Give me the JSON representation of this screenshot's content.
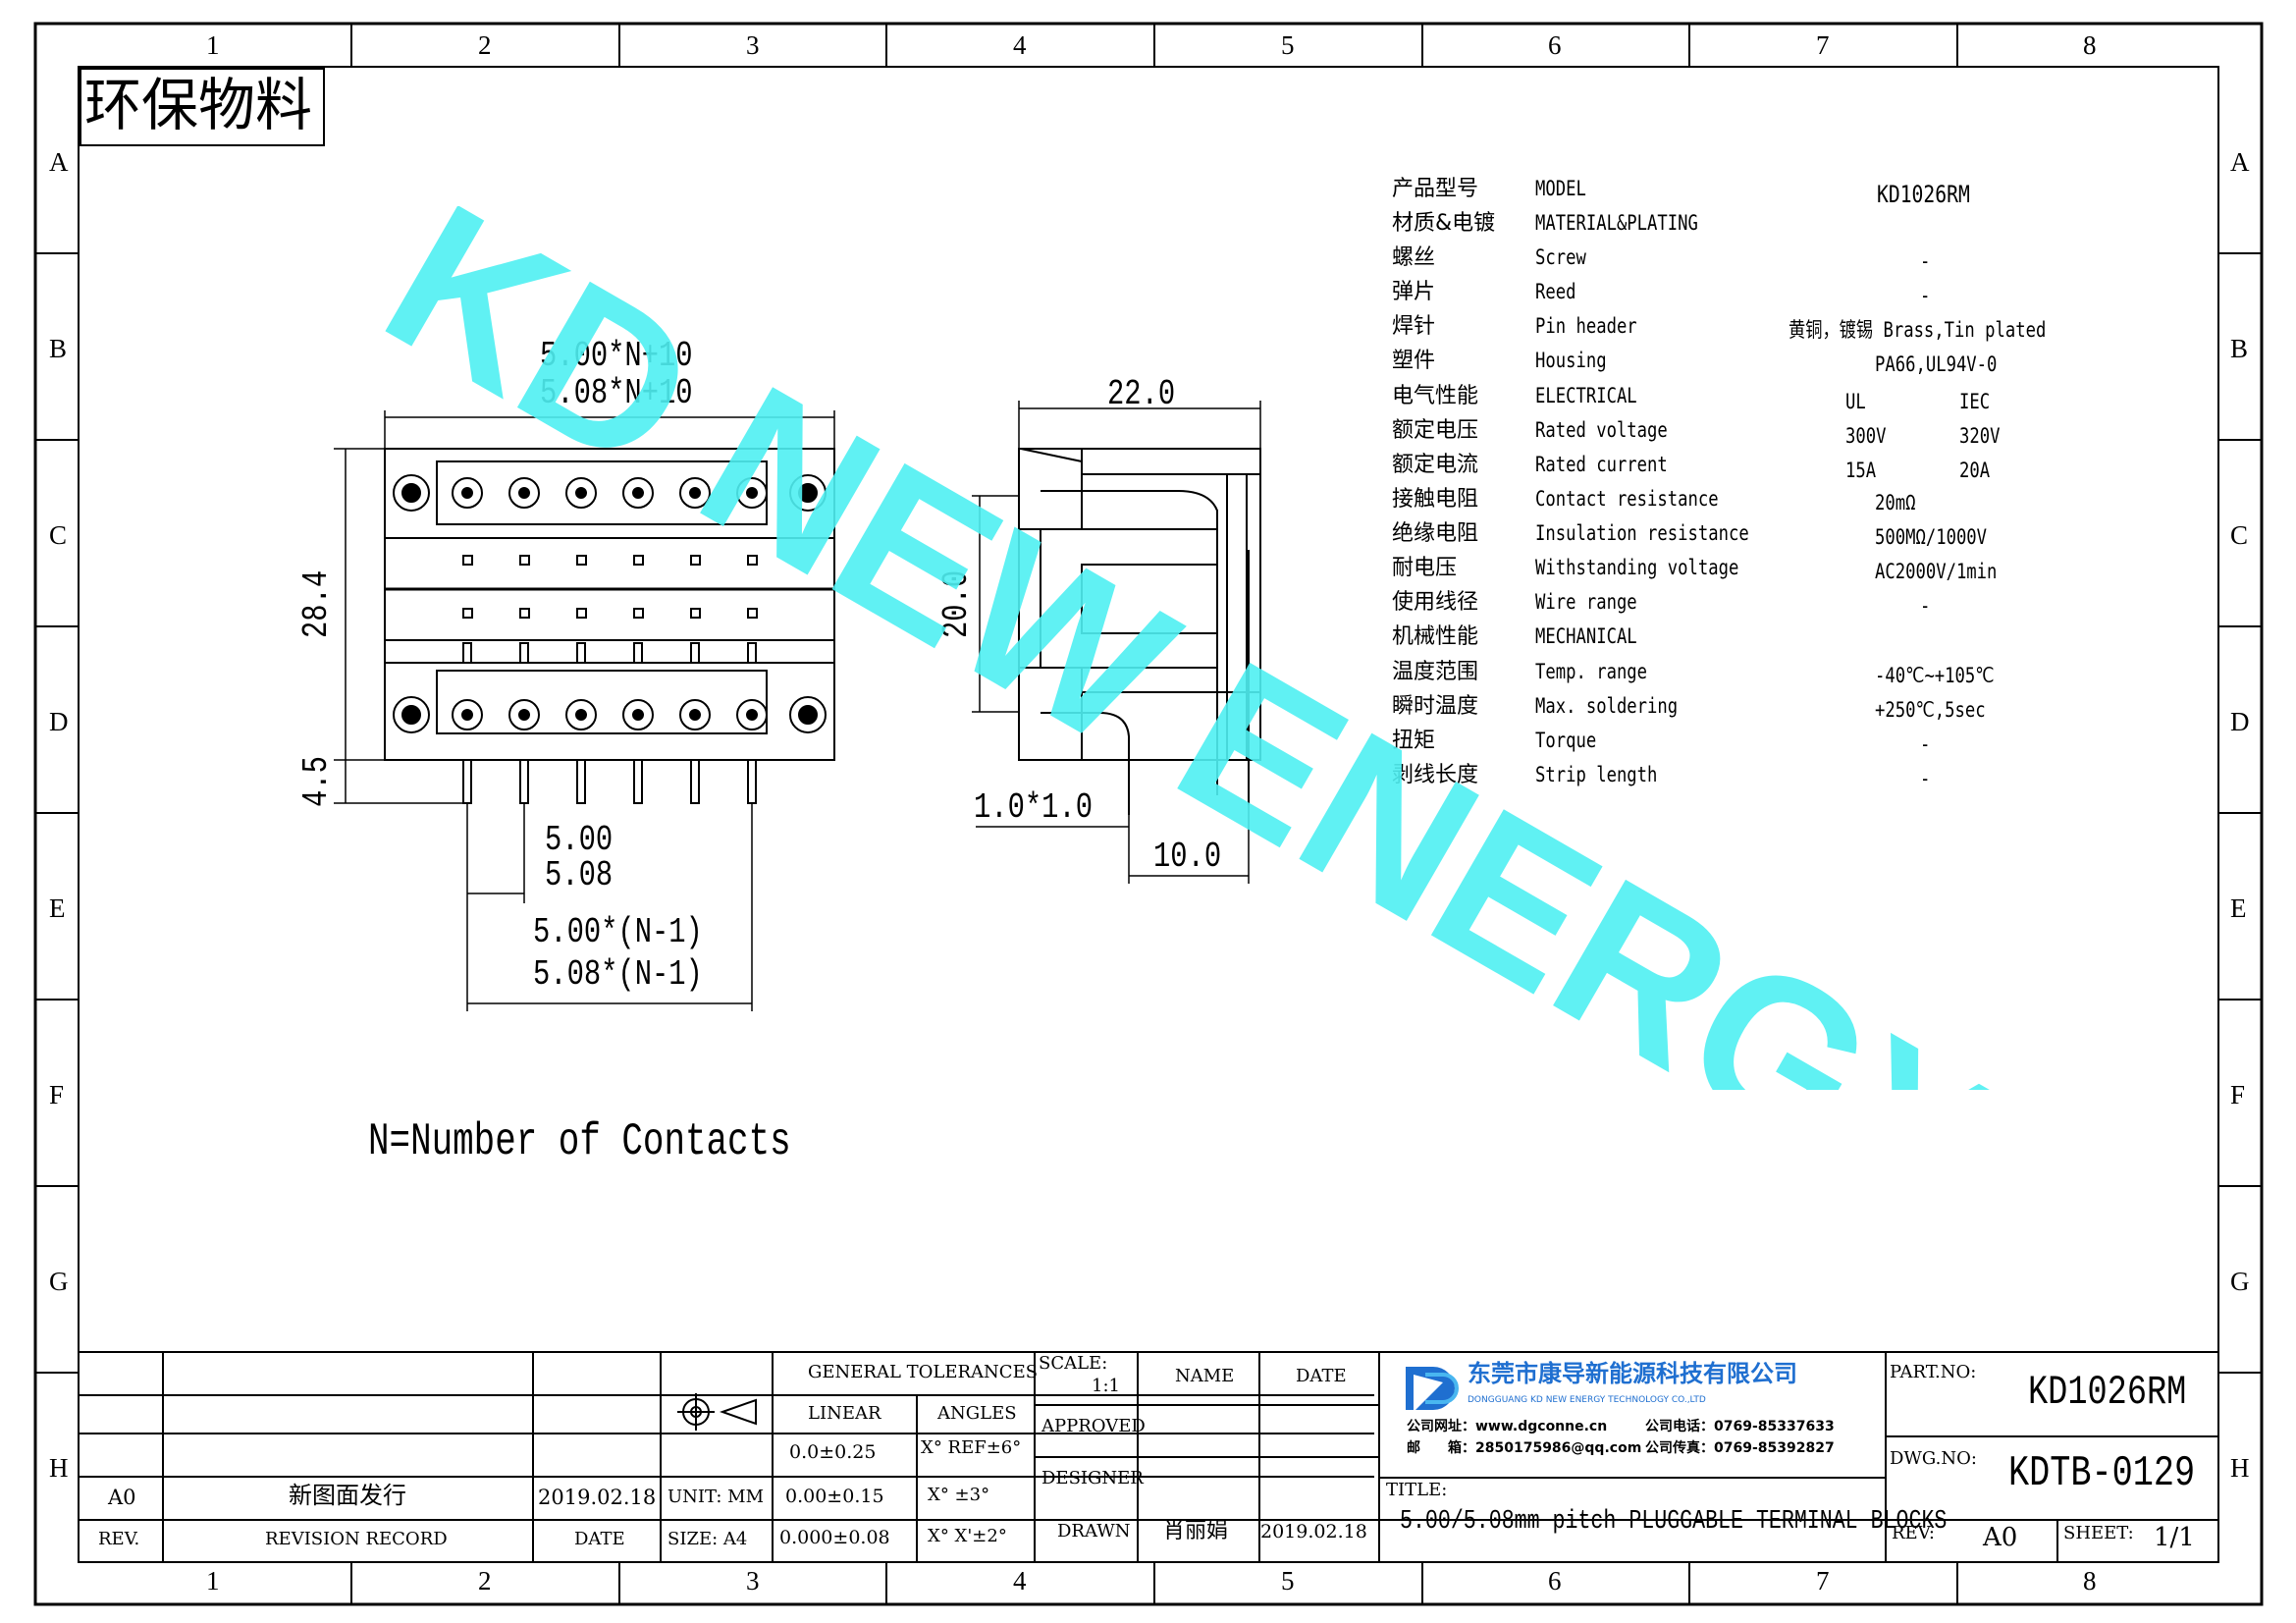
{
  "frame": {
    "columns": [
      "1",
      "2",
      "3",
      "4",
      "5",
      "6",
      "7",
      "8"
    ],
    "rows": [
      "A",
      "B",
      "C",
      "D",
      "E",
      "F",
      "G",
      "H"
    ]
  },
  "stamp": "环保物料",
  "watermark": "KD NEW ENERGY",
  "watermark_color": "#4ff0f2",
  "dimensions": {
    "top_total_1": "5.00*N+10",
    "top_total_2": "5.08*N+10",
    "height": "28.4",
    "pin_length": "4.5",
    "pitch_1": "5.00",
    "pitch_2": "5.08",
    "span_1": "5.00*(N-1)",
    "span_2": "5.08*(N-1)",
    "side_width": "22.0",
    "side_height": "20.0",
    "pin_section": "1.0*1.0",
    "pin_offset": "10.0"
  },
  "note": "N=Number of Contacts",
  "specs": [
    {
      "cn": "产品型号",
      "en": "MODEL",
      "val": "KD1026RM",
      "val2": ""
    },
    {
      "cn": "材质&电镀",
      "en": "MATERIAL&PLATING",
      "val": "",
      "val2": ""
    },
    {
      "cn": "螺丝",
      "en": "Screw",
      "val": "-",
      "val2": ""
    },
    {
      "cn": "弹片",
      "en": "Reed",
      "val": "-",
      "val2": ""
    },
    {
      "cn": "焊针",
      "en": "Pin header",
      "val": "黄铜，镀锡 Brass,Tin plated",
      "val2": ""
    },
    {
      "cn": "塑件",
      "en": "Housing",
      "val": "PA66,UL94V-0",
      "val2": ""
    },
    {
      "cn": "电气性能",
      "en": "ELECTRICAL",
      "val": "UL",
      "val2": "IEC"
    },
    {
      "cn": "额定电压",
      "en": "Rated voltage",
      "val": "300V",
      "val2": "320V"
    },
    {
      "cn": "额定电流",
      "en": "Rated current",
      "val": "15A",
      "val2": "20A"
    },
    {
      "cn": "接触电阻",
      "en": "Contact resistance",
      "val": "20mΩ",
      "val2": ""
    },
    {
      "cn": "绝缘电阻",
      "en": "Insulation resistance",
      "val": "500MΩ/1000V",
      "val2": ""
    },
    {
      "cn": "耐电压",
      "en": "Withstanding voltage",
      "val": "AC2000V/1min",
      "val2": ""
    },
    {
      "cn": "使用线径",
      "en": "Wire range",
      "val": "-",
      "val2": ""
    },
    {
      "cn": "机械性能",
      "en": "MECHANICAL",
      "val": "",
      "val2": ""
    },
    {
      "cn": "温度范围",
      "en": "Temp. range",
      "val": "-40℃~+105℃",
      "val2": ""
    },
    {
      "cn": "瞬时温度",
      "en": "Max. soldering",
      "val": "+250℃,5sec",
      "val2": ""
    },
    {
      "cn": "扭矩",
      "en": "Torque",
      "val": "-",
      "val2": ""
    },
    {
      "cn": "剥线长度",
      "en": "Strip length",
      "val": "-",
      "val2": ""
    }
  ],
  "title_block": {
    "rev_code": "A0",
    "rev_text": "新图面发行",
    "rev_date": "2019.02.18",
    "rev_label": "REV.",
    "revision_record_label": "REVISION RECORD",
    "date_label": "DATE",
    "unit": "UNIT: MM",
    "size": "SIZE: A4",
    "general_tol": "GENERAL TOLERANCES",
    "linear": "LINEAR",
    "angles": "ANGLES",
    "tol_lin_1": "0.0±0.25",
    "tol_lin_2": "0.00±0.15",
    "tol_lin_3": "0.000±0.08",
    "tol_ang_1": "X° REF±6°",
    "tol_ang_2": "X° ±3°",
    "tol_ang_3": "X° X'±2°",
    "scale_label": "SCALE:",
    "scale_value": "1:1",
    "name_label": "NAME",
    "date_col_label": "DATE",
    "approved": "APPROVED",
    "designer": "DESIGNER",
    "drawn": "DRAWN",
    "drawn_name": "肖丽娟",
    "drawn_date": "2019.02.18",
    "company_cn": "东莞市康导新能源科技有限公司",
    "company_en": "DONGGUANG KD NEW ENERGY TECHNOLOGY CO.,LTD",
    "website": "公司网址：www.dgconne.cn",
    "phone": "公司电话：0769-85337633",
    "email": "邮　　箱：2850175986@qq.com",
    "fax": "公司传真：0769-85392827",
    "title_label": "TITLE:",
    "title": "5.00/5.08mm pitch PLUGGABLE TERMINAL BLOCKS",
    "part_no_label": "PART.NO:",
    "part_no": "KD1026RM",
    "dwg_no_label": "DWG.NO:",
    "dwg_no": "KDTB-0129",
    "rev_box_label": "REV:",
    "rev_box_value": "A0",
    "sheet_label": "SHEET:",
    "sheet_value": "1/1",
    "logo_color": "#1f6fd0"
  }
}
